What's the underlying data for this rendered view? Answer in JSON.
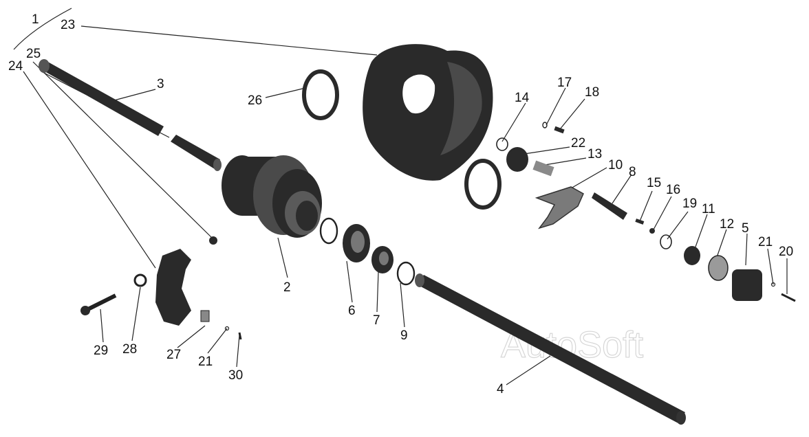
{
  "diagram": {
    "watermark": "AutoSoft",
    "callouts": {
      "c1": "1",
      "c2": "2",
      "c3": "3",
      "c4": "4",
      "c5": "5",
      "c6": "6",
      "c7": "7",
      "c8": "8",
      "c9": "9",
      "c10": "10",
      "c11": "11",
      "c12": "12",
      "c13": "13",
      "c14": "14",
      "c15": "15",
      "c16": "16",
      "c17": "17",
      "c18": "18",
      "c19": "19",
      "c20": "20",
      "c21a": "21",
      "c21b": "21",
      "c22": "22",
      "c23": "23",
      "c24": "24",
      "c25": "25",
      "c26": "26",
      "c27": "27",
      "c28": "28",
      "c29": "29",
      "c30": "30"
    }
  }
}
